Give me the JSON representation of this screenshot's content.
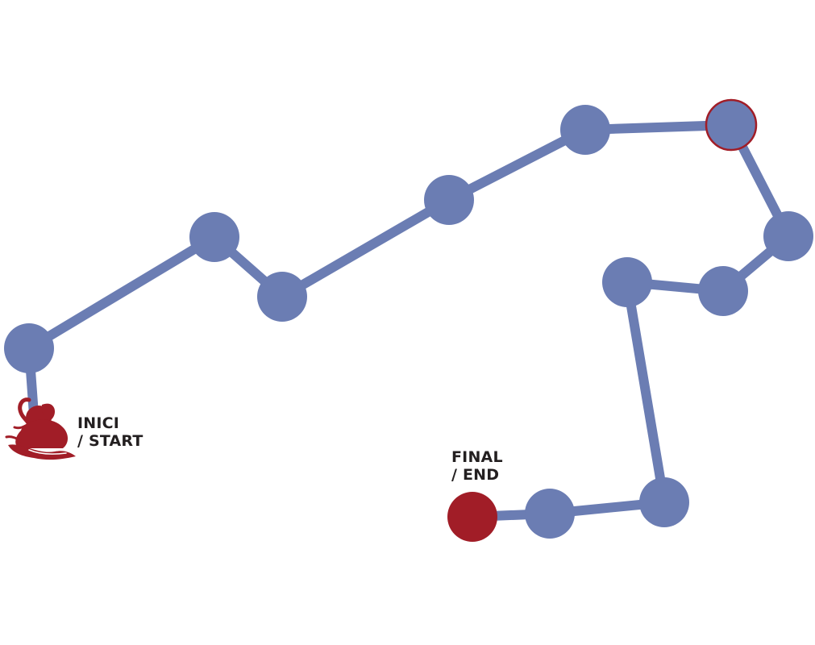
{
  "colors": {
    "route": "#6b7db3",
    "accent": "#a11d27",
    "text": "#231f20",
    "background": "#ffffff"
  },
  "start": {
    "icon": "elephant-icon",
    "label_line1": "INICI",
    "label_line2": "/ START"
  },
  "end": {
    "label_line1": "FINAL",
    "label_line2": "/ END"
  },
  "route": {
    "stop_count": 13,
    "highlighted_stop_index": 5
  }
}
